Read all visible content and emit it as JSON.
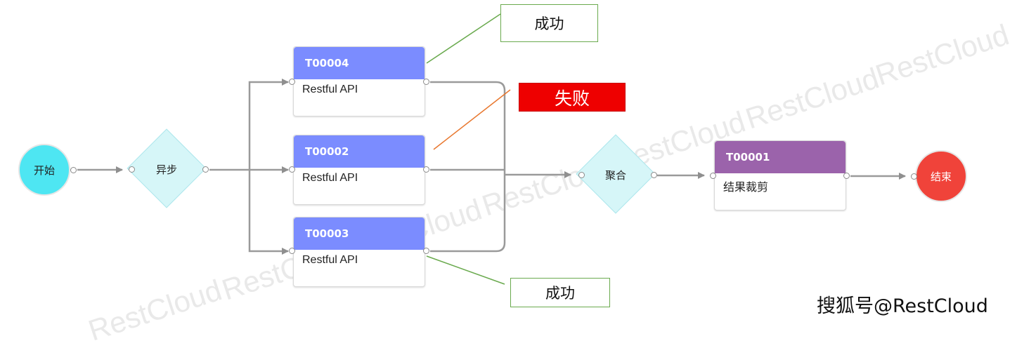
{
  "watermark": "RestCloud",
  "nodes": {
    "start": {
      "label": "开始",
      "color": "#4ee6f2"
    },
    "async": {
      "label": "异步"
    },
    "aggregate": {
      "label": "聚合"
    },
    "end": {
      "label": "结束",
      "color": "#f0433a"
    }
  },
  "tasks": [
    {
      "id": "T00004",
      "subtitle": "Restful API",
      "header_color": "#7b8cff"
    },
    {
      "id": "T00002",
      "subtitle": "Restful API",
      "header_color": "#7b8cff"
    },
    {
      "id": "T00003",
      "subtitle": "Restful API",
      "header_color": "#7b8cff"
    },
    {
      "id": "T00001",
      "subtitle": "结果裁剪",
      "header_color": "#9b63ab"
    }
  ],
  "callouts": {
    "success_top": {
      "text": "成功",
      "line_color": "#6aaa4e"
    },
    "failure": {
      "text": "失败",
      "fill": "#ee0000",
      "line_color": "#e8772e"
    },
    "success_bottom": {
      "text": "成功",
      "line_color": "#6aaa4e"
    }
  },
  "credit": "搜狐号@RestCloud"
}
